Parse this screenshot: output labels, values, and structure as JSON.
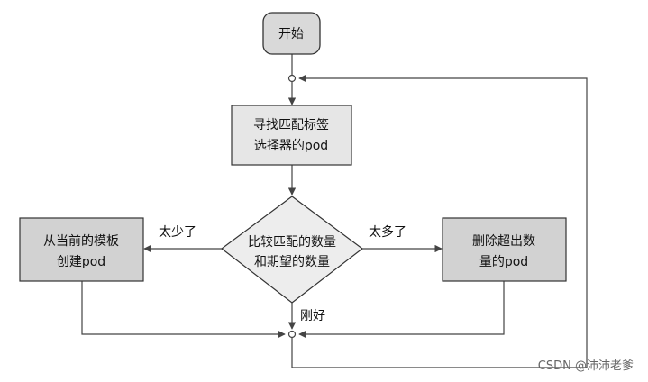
{
  "nodes": {
    "start": {
      "label": "开始"
    },
    "find_pods": {
      "line1": "寻找匹配标签",
      "line2": "选择器的pod"
    },
    "compare": {
      "line1": "比较匹配的数量",
      "line2": "和期望的数量"
    },
    "create": {
      "line1": "从当前的模板",
      "line2": "创建pod"
    },
    "delete": {
      "line1": "删除超出数",
      "line2": "量的pod"
    }
  },
  "edges": {
    "too_few": "太少了",
    "too_many": "太多了",
    "just_right": "刚好"
  },
  "watermark": "CSDN @沛沛老爹",
  "colors": {
    "box_fill": "#e6e6e6",
    "box_fill_dark": "#d2d2d2",
    "stroke": "#333333",
    "line": "#444444",
    "watermark": "#666666"
  }
}
